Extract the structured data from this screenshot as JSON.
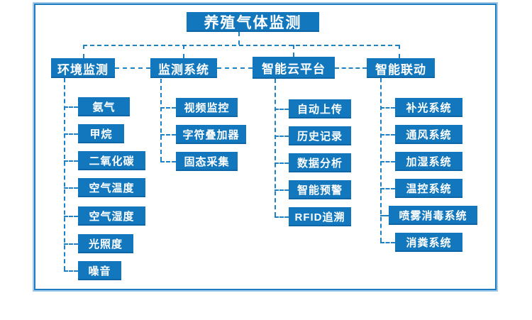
{
  "diagram": {
    "root": {
      "label": "养殖气体监测"
    },
    "branches": [
      {
        "label": "环境监测",
        "children": [
          "氨气",
          "甲烷",
          "二氧化碳",
          "空气温度",
          "空气湿度",
          "光照度",
          "噪音"
        ]
      },
      {
        "label": "监测系统",
        "children": [
          "视频监控",
          "字符叠加器",
          "固态采集"
        ]
      },
      {
        "label": "智能云平台",
        "children": [
          "自动上传",
          "历史记录",
          "数据分析",
          "智能预警",
          "RFID追溯"
        ]
      },
      {
        "label": "智能联动",
        "children": [
          "补光系统",
          "通风系统",
          "加湿系统",
          "温控系统",
          "喷雾消毒系统",
          "消粪系统"
        ]
      }
    ]
  },
  "colors": {
    "box-blue": "#1277bd",
    "line-blue": "#1e81c6",
    "frame-inner": "#1e7cc0",
    "frame-outer": "#a2c9e9",
    "text-white": "#ffffff"
  }
}
